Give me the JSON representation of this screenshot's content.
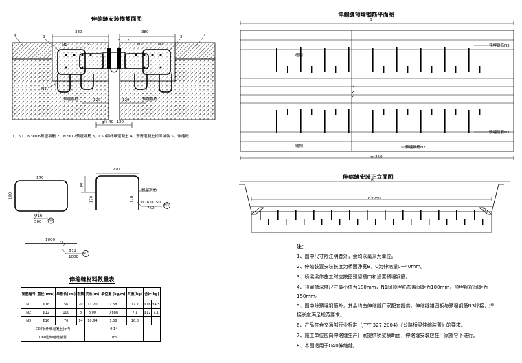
{
  "titles": {
    "section": "伸缩缝安装横截面图",
    "plan": "伸缩缝预埋钢筋平面图",
    "elevation": "伸缩缝安装正立面图",
    "table": "伸缩缝材料数量表"
  },
  "section_labels": {
    "dim_380_left": "380",
    "dim_380_right": "380",
    "n1_left": "N1",
    "n2_left": "N2",
    "n1_right": "N1",
    "n2_right": "N2",
    "n3": "N3",
    "c1": "1",
    "c2": "2",
    "c3_left": "3",
    "c3_right": "3",
    "c4_left": "4",
    "c4_right": "4",
    "c5": "5",
    "dim_120_left": "120",
    "dim_120_right": "120",
    "gap": "g/+40+120",
    "rebar_left": "预埋钢筋",
    "rebar_right": "预埋钢筋"
  },
  "legend_line": "1、N1、N3Φ16预埋钢筋    2、N2Φ12预埋钢筋    3、C50钢纤维混凝土    4、沥青混凝土桥面铺装    5、伸缩缝",
  "rebar_details": {
    "n1_width": "170",
    "n1_height": "100",
    "n1_dia": "Φ16",
    "n1_len": "560",
    "n1_tag": "N1",
    "n3_top": "220",
    "n3_side": "170",
    "n3_side2": "170",
    "n3_h": "90",
    "n3_dia": "Φ16  Φ150",
    "n3_len": "760",
    "n3_tag": "N3",
    "n3_note": "预留钢筋",
    "n2_len": "1000",
    "n2_dia": "Φ12",
    "n2_total": "1000",
    "n2_tag": "N2"
  },
  "plan_labels": {
    "B_top": "B",
    "rebar_n3_top": "预埋钢筋N3",
    "joint_top": "缝隙",
    "rebar_n3_bottom": "预埋钢筋N3",
    "joint_bottom": "缝隙",
    "rebar_n2": "预埋钢筋N2",
    "dim_bottom": "n×250"
  },
  "elevation_labels": {
    "B": "B",
    "dim": "n×250"
  },
  "table": {
    "headers": [
      "钢筋编号",
      "直径(mm)",
      "单根长(cm)",
      "根数",
      "共长(m)",
      "单位重\n(kg/m)",
      "共重(kg)",
      "合计(kg)"
    ],
    "rows": [
      [
        "N1",
        "Φ16",
        "56",
        "20",
        "11.20",
        "1.58",
        "17.7",
        "Φ16",
        "34.5"
      ],
      [
        "N2",
        "Φ12",
        "100",
        "8",
        "8.00",
        "0.888",
        "7.1",
        "Φ12",
        "7.1"
      ],
      [
        "N3",
        "Φ16",
        "76",
        "14",
        "10.64",
        "1.58",
        "16.8",
        "",
        ""
      ]
    ],
    "c50_label": "C50钢纤维混凝土(m³)",
    "c50_value": "0.14",
    "d80_label": "D80型伸缩缝装置",
    "d80_value": "1m"
  },
  "notes": {
    "heading": "注：",
    "items": [
      "1、图中尺寸除注明者外，余均以毫米为单位。",
      "2、伸缩装置安装长度为桥面净宽B，C为伸缩量0~40mm。",
      "3、桥梁梁体施工时应按图预留槽口和设置预埋钢筋。",
      "4、预留槽深度尺寸最小值为180mm，N1间预埋筋布置间距为100mm，预埋钢筋间距为",
      "150mm。",
      "5、图中除预埋钢筋外，其余均由伸缩缝厂家配套提供，伸缩缝锚固板与预埋钢筋N3焊接，焊",
      "接长度满足规范要求。",
      "6、产品符合交通部行业标准（JT/T 327-2004）《公路桥梁伸缩装置》的要求。",
      "7、施工单位应向伸缩缝生产厂家提供桥梁横断面，伸缩缝安装应在厂家指导下进行。",
      "8、本图适用于D40伸缩缝。"
    ]
  }
}
